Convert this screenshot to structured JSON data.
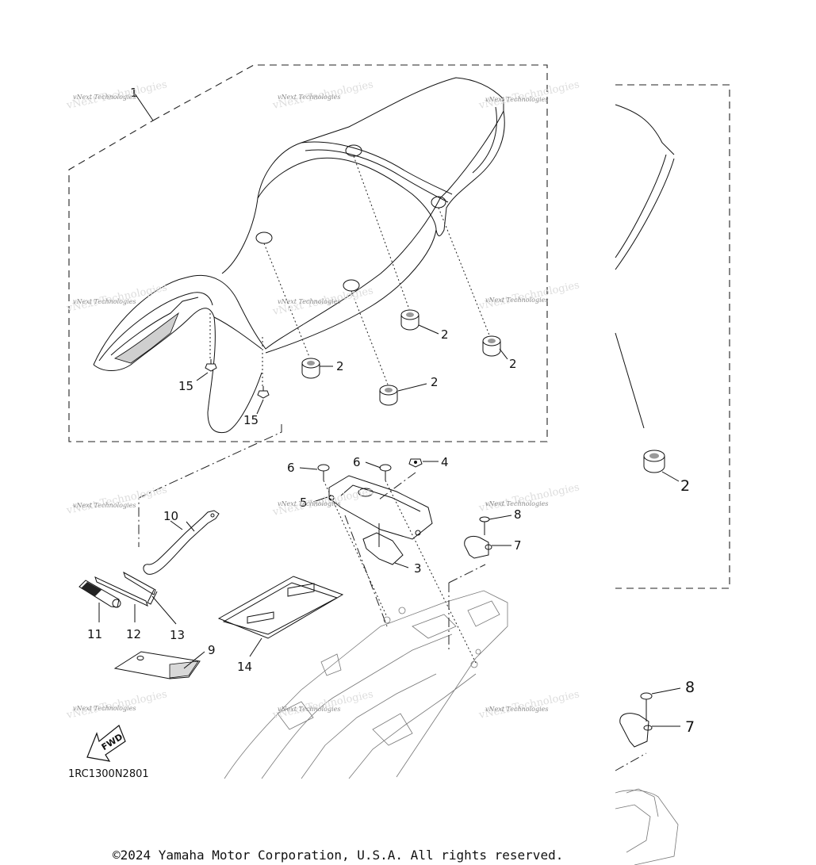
{
  "diagram": {
    "figure_code": "1RC1300N2801",
    "fwd_label": "FWD",
    "copyright": "©2024 Yamaha Motor Corporation, U.S.A. All rights reserved.",
    "watermark": "vNext Technologies",
    "callouts": {
      "c1": "1",
      "c2a": "2",
      "c2b": "2",
      "c2c": "2",
      "c2d": "2",
      "c2e": "2",
      "c3": "3",
      "c4": "4",
      "c5": "5",
      "c6a": "6",
      "c6b": "6",
      "c7a": "7",
      "c7b": "7",
      "c8a": "8",
      "c8b": "8",
      "c9": "9",
      "c10": "10",
      "c11": "11",
      "c12": "12",
      "c13": "13",
      "c14": "14",
      "c15a": "15",
      "c15b": "15"
    }
  }
}
